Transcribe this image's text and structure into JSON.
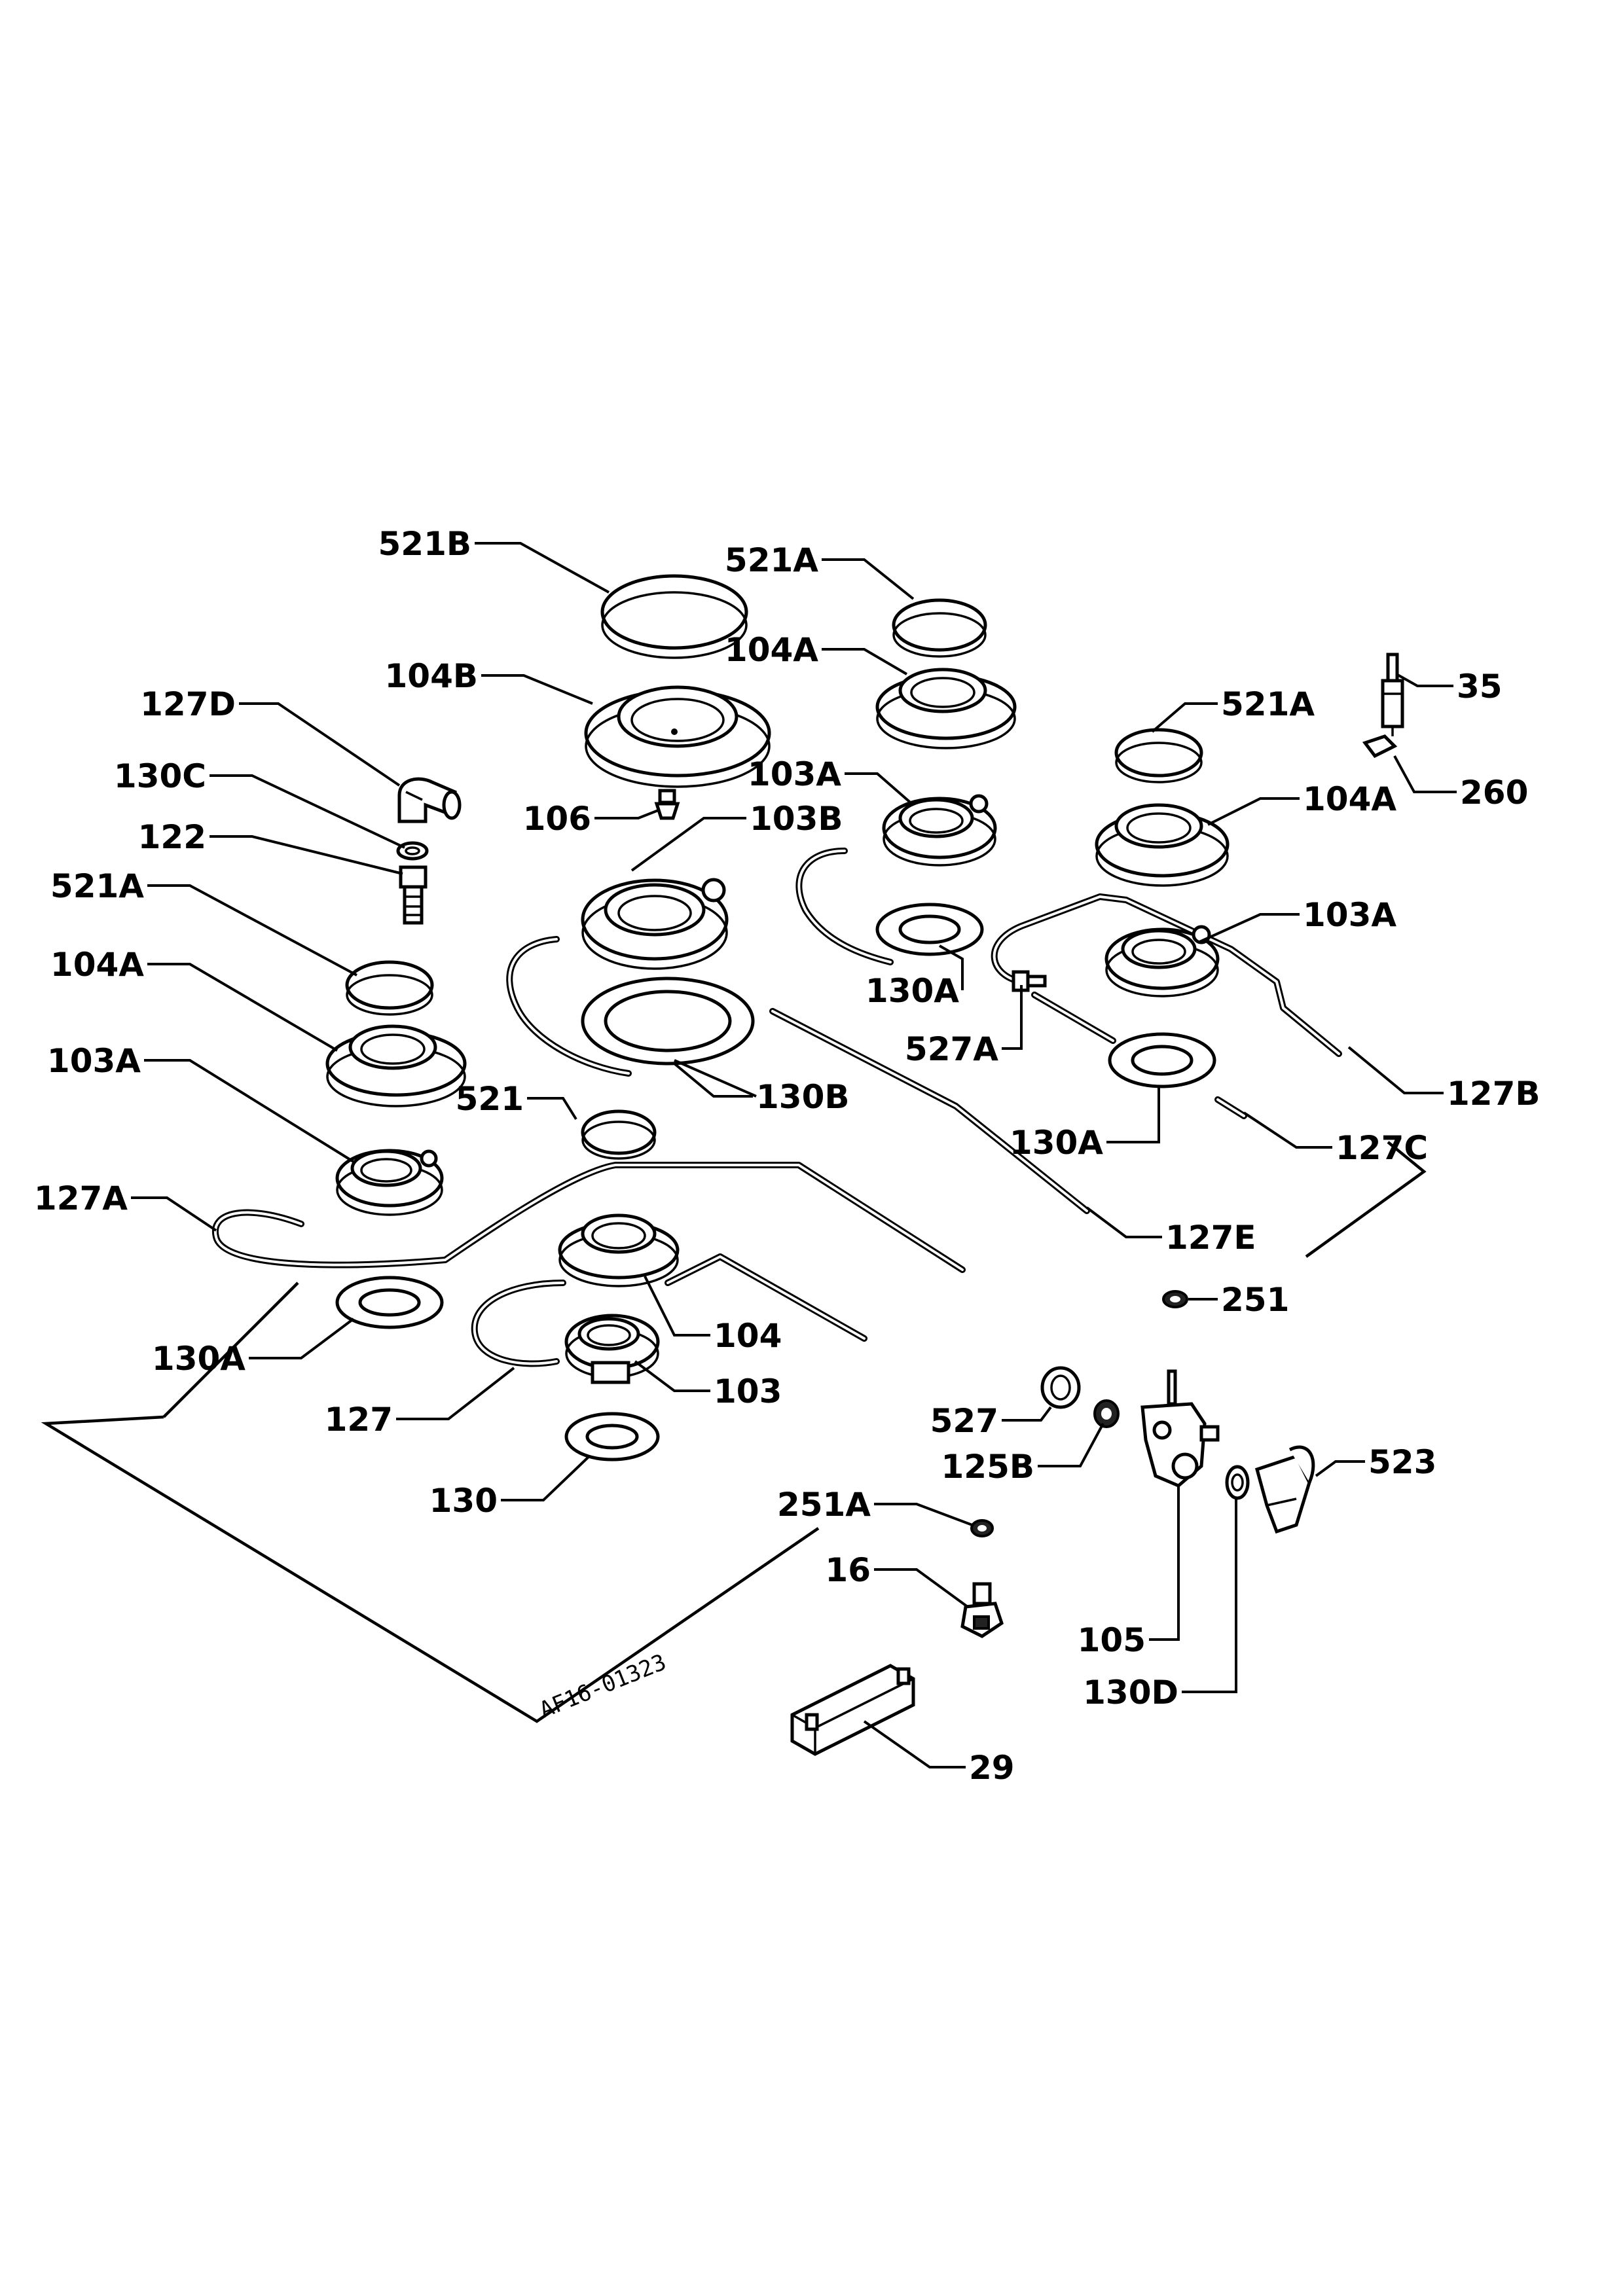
{
  "diagram_code": "AF16-01323",
  "labels": {
    "l521B": "521B",
    "l521A_top": "521A",
    "l104B": "104B",
    "l104A_top": "104A",
    "l127D": "127D",
    "l35": "35",
    "l521A_right": "521A",
    "l260": "260",
    "l130C": "130C",
    "l106": "106",
    "l103B": "103B",
    "l103A_mid": "103A",
    "l104A_right": "104A",
    "l122": "122",
    "l521A_left": "521A",
    "l103A_right": "103A",
    "l104A_left": "104A",
    "l130A_mid": "130A",
    "l527A": "527A",
    "l103A_left": "103A",
    "l130B": "130B",
    "l127B": "127B",
    "l521": "521",
    "l130A_right": "130A",
    "l127C": "127C",
    "l127A": "127A",
    "l127E": "127E",
    "l251": "251",
    "l104": "104",
    "l130A_left": "130A",
    "l103": "103",
    "l127": "127",
    "l527": "527",
    "l523": "523",
    "l125B": "125B",
    "l130": "130",
    "l251A": "251A",
    "l16": "16",
    "l105": "105",
    "l130D": "130D",
    "l29": "29"
  }
}
